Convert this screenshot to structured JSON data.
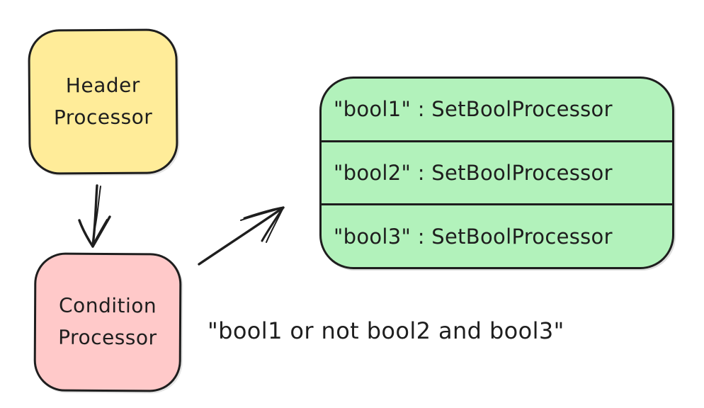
{
  "diagram": {
    "background_color": "#ffffff",
    "stroke_color": "#1e1e1e",
    "nodes": {
      "header_processor": {
        "line1": "Header",
        "line2": "Processor",
        "fill": "#ffec99"
      },
      "condition_processor": {
        "line1": "Condition",
        "line2": "Processor",
        "fill": "#ffc9c9"
      },
      "bool_processor_map": {
        "fill": "#b2f2bb",
        "rows": [
          "\"bool1\" : SetBoolProcessor",
          "\"bool2\" : SetBoolProcessor",
          "\"bool3\" : SetBoolProcessor"
        ]
      }
    },
    "arrows": [
      {
        "name": "header-to-condition",
        "direction": "down"
      },
      {
        "name": "condition-to-bool-map",
        "direction": "up-right"
      }
    ],
    "annotation": "\"bool1 or not bool2 and bool3\""
  }
}
